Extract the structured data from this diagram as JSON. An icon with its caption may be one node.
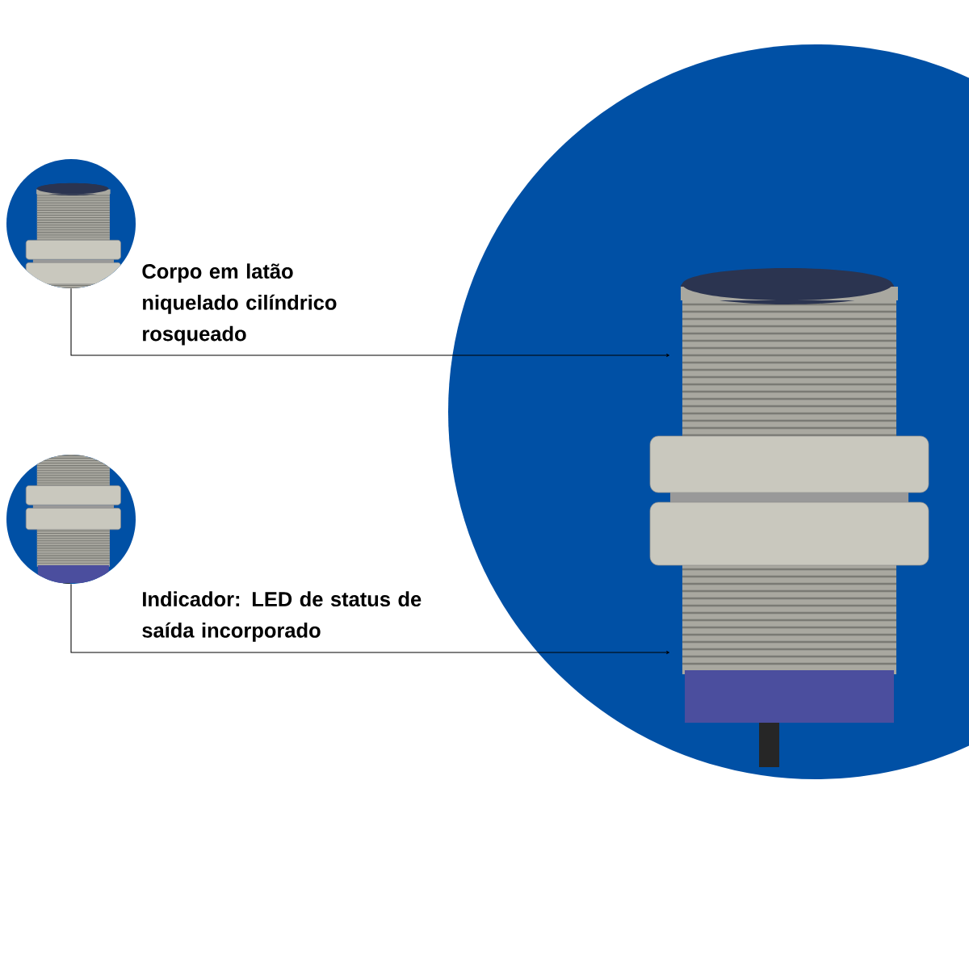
{
  "diagram": {
    "nodes": [
      {
        "text": [],
        "shape": "picture"
      },
      {
        "text": [
          "Corpo em latão niquelado cilíndrico rosqueado"
        ]
      },
      {
        "text": [],
        "shape": "picture"
      },
      {
        "text": [
          "Indicador: LED de status de saída incorporado"
        ]
      },
      {
        "text": [],
        "shape": "picture"
      }
    ],
    "edges": [
      {
        "from": 0,
        "to": 4,
        "arrow": "to"
      },
      {
        "from": 2,
        "to": 4,
        "arrow": "to"
      }
    ]
  }
}
